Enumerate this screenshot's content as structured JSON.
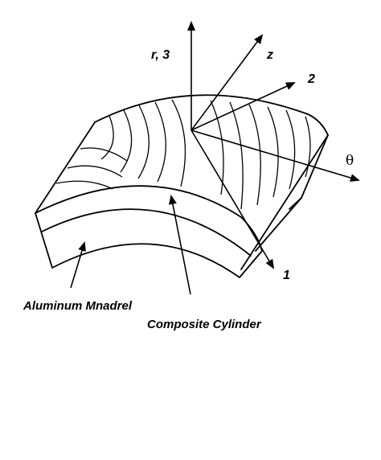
{
  "axes": {
    "r3": "r, 3",
    "z": "z",
    "two": "2",
    "theta": "θ",
    "one": "1"
  },
  "labels": {
    "mandrel": "Aluminum Mnadrel",
    "cylinder": "Composite Cylinder"
  }
}
